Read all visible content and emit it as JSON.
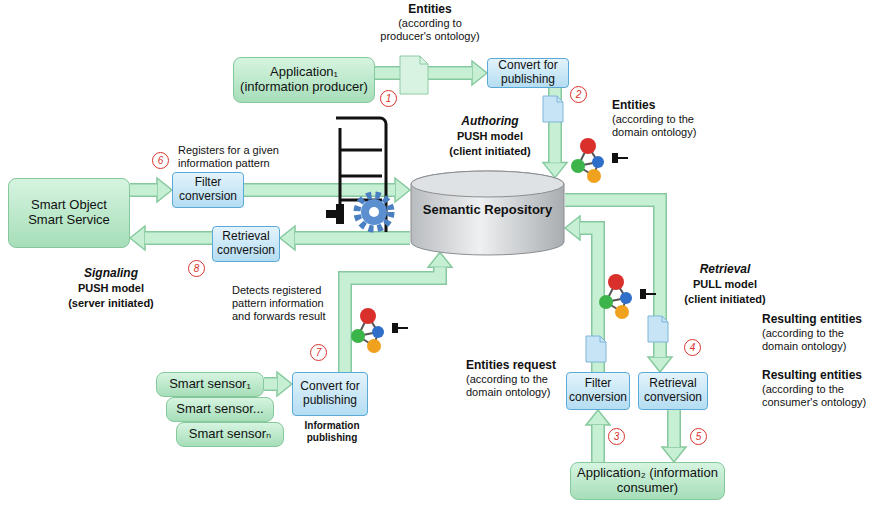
{
  "diagram": {
    "nodes": [
      {
        "text": [
          "Application₁ (information producer)"
        ]
      },
      {
        "text": [
          "Convert for publishing"
        ]
      },
      {
        "text": [
          "Filter conversion"
        ]
      },
      {
        "text": [
          "Smart Object Smart Service"
        ]
      },
      {
        "text": [
          "Retrieval conversion"
        ]
      },
      {
        "text": [
          "Semantic Repository"
        ]
      },
      {
        "text": [
          "Smart sensor₁"
        ]
      },
      {
        "text": [
          "Smart sensor..."
        ]
      },
      {
        "text": [
          "Smart sensorₙ"
        ]
      },
      {
        "text": [
          "Convert for publishing"
        ]
      },
      {
        "text": [
          "Filter conversion"
        ]
      },
      {
        "text": [
          "Retrieval conversion"
        ]
      },
      {
        "text": [
          "Application₂ (information consumer)"
        ]
      }
    ],
    "edges": [
      {
        "from": 0,
        "to": 1,
        "arrow": "to"
      },
      {
        "from": 1,
        "to": 5,
        "arrow": "to"
      },
      {
        "from": 3,
        "to": 2,
        "arrow": "to"
      },
      {
        "from": 2,
        "to": 5,
        "arrow": "to"
      },
      {
        "from": 5,
        "to": 4,
        "arrow": "to"
      },
      {
        "from": 4,
        "to": 3,
        "arrow": "to"
      },
      {
        "from": 6,
        "to": 9,
        "arrow": "to"
      },
      {
        "from": 9,
        "to": 5,
        "arrow": "to"
      },
      {
        "from": 12,
        "to": 10,
        "arrow": "to"
      },
      {
        "from": 10,
        "to": 5,
        "arrow": "to"
      },
      {
        "from": 5,
        "to": 11,
        "arrow": "to"
      },
      {
        "from": 11,
        "to": 12,
        "arrow": "to"
      }
    ],
    "labels": [
      "Entities",
      "(according to producer's ontology)",
      "1",
      "2",
      "Entities",
      "(according to the domain ontology)",
      "Authoring",
      "PUSH model",
      "(client initiated)",
      "6",
      "Registers for a given information pattern",
      "8",
      "Detects registered pattern information and forwards result",
      "Signaling",
      "PUSH model",
      "(server initiated)",
      "7",
      "Information publishing",
      "Retrieval",
      "PULL model",
      "(client initiated)",
      "Resulting entities",
      "(according to the domain ontology)",
      "Resulting entities",
      "(according to the consumer's ontology)",
      "Entities request",
      "(according to the domain ontology)",
      "3",
      "4",
      "5"
    ]
  }
}
